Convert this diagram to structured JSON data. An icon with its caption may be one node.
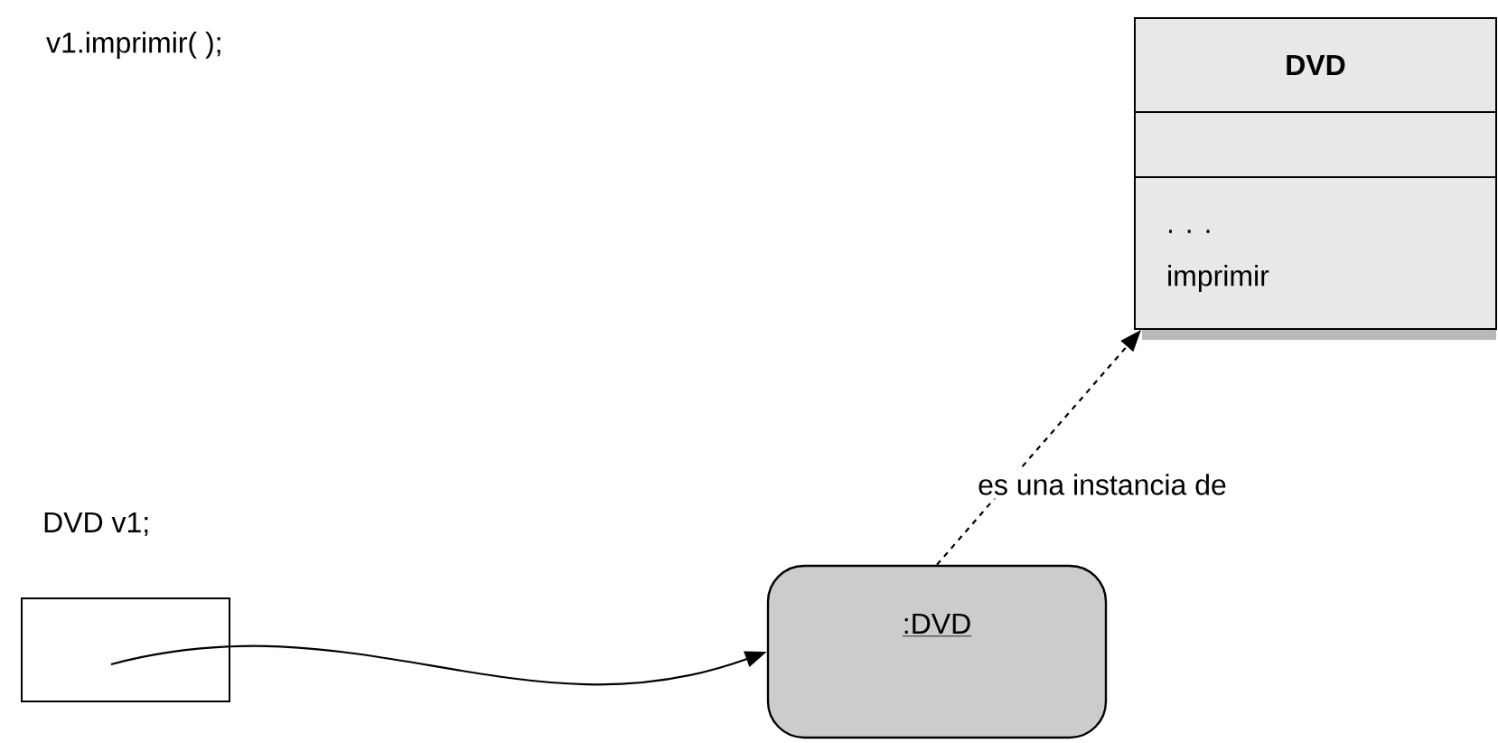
{
  "diagram": {
    "nodes": [
      {
        "text": [
          "DVD",
          ". . .",
          "imprimir"
        ]
      },
      {
        "text": [],
        "shape": "box",
        "beside": [
          "DVD v1;"
        ]
      },
      {
        "text": [
          ":DVD"
        ]
      }
    ],
    "edges": [
      {
        "from": 1,
        "to": 2,
        "arrow": "to"
      },
      {
        "from": 2,
        "to": 0,
        "arrow": "to",
        "style": "dashed",
        "label": "es una instancia de"
      }
    ],
    "labels": [
      "v1.imprimir( );"
    ]
  }
}
